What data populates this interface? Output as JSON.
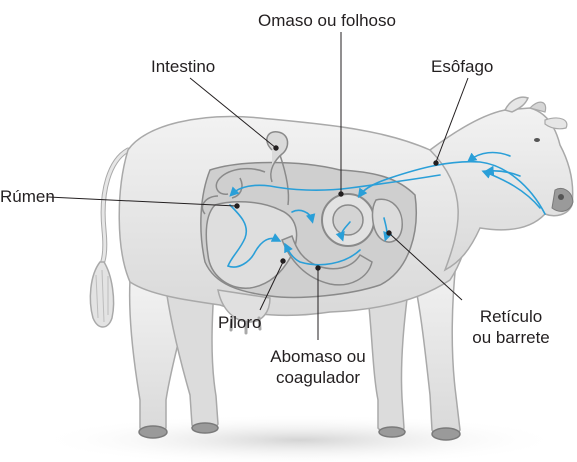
{
  "labels": {
    "omaso": "Omaso ou folhoso",
    "intestino": "Intestino",
    "esofago": "Esôfago",
    "rumen": "Rúmen",
    "piloro": "Piloro",
    "reticulo_line1": "Retículo",
    "reticulo_line2": "ou barrete",
    "abomaso_line1": "Abomaso ou",
    "abomaso_line2": "coagulador"
  },
  "colors": {
    "body_fill": "#e6e6e6",
    "body_stroke": "#a9a9a9",
    "organ_fill": "#d5d5d5",
    "organ_stroke": "#8a8a8a",
    "food_path": "#2a9fd8",
    "leader_line": "#231f20",
    "text": "#231f20",
    "ground": "#d9d9d9"
  }
}
